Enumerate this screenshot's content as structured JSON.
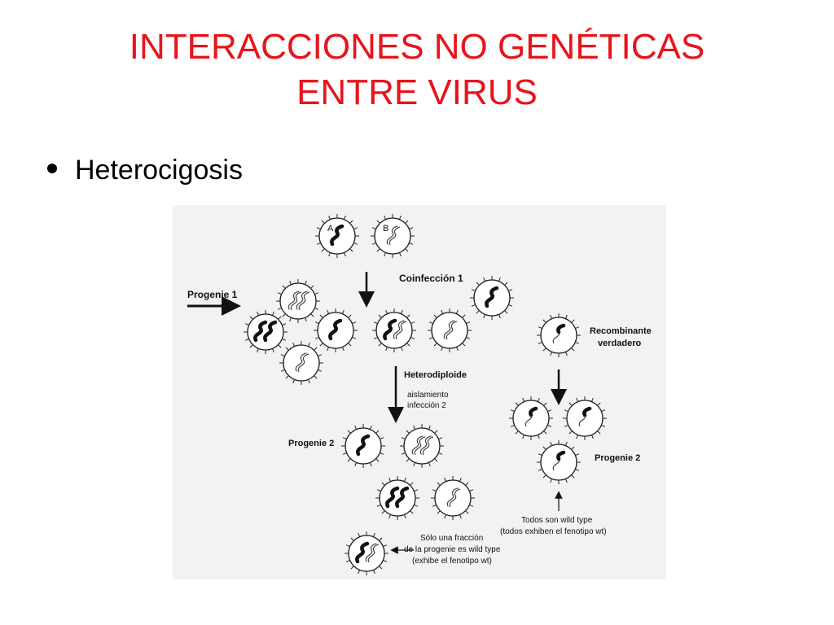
{
  "slide": {
    "title_line1": "INTERACCIONES NO GENÉTICAS",
    "title_line2": "ENTRE VIRUS",
    "bullet": "Heterocigosis"
  },
  "colors": {
    "title": "#e8141b",
    "text": "#000000",
    "figure_bg": "#f2f2f2"
  },
  "figure": {
    "virus_a_label": "A",
    "virus_b_label": "B",
    "coinfeccion": "Coinfección 1",
    "progenie1": "Progenie 1",
    "recombinante_line1": "Recombinante",
    "recombinante_line2": "verdadero",
    "heterodiploide": "Heterodiploide",
    "aislamiento_line1": "aislamiento",
    "aislamiento_line2": "infección 2",
    "progenie2_left": "Progenie 2",
    "progenie2_right": "Progenie 2",
    "fraccion_line1": "Sólo una fracción",
    "fraccion_line2": "de la progenie es wild type",
    "fraccion_line3": "(exhibe el fenotipo wt)",
    "todos_line1": "Todos son wild type",
    "todos_line2": "(todos exhiben el fenotipo wt)"
  }
}
